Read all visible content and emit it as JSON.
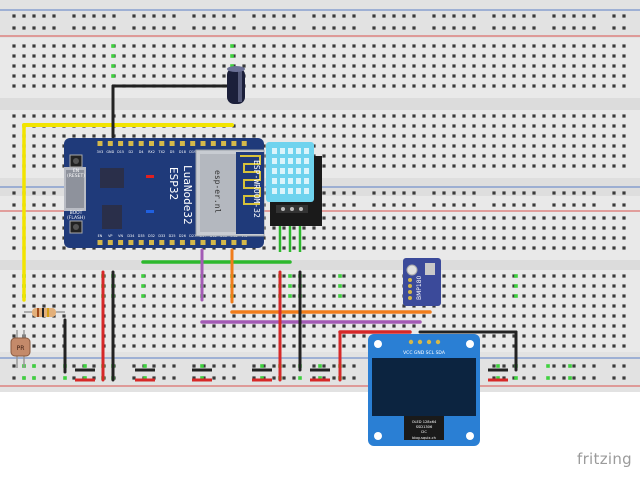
{
  "app": {
    "brand": "fritzing"
  },
  "colors": {
    "board_bg": "#e8e8e8",
    "rail_red": "#d9534f",
    "rail_blue": "#5b7fc7",
    "hole": "#3a3a3a",
    "wire_red": "#d62828",
    "wire_black": "#222222",
    "wire_yellow": "#f2e400",
    "wire_green": "#2db82d",
    "wire_orange": "#f07c1a",
    "wire_purple": "#a35bb5",
    "esp_blue": "#1f3a7a",
    "dht_cyan": "#6fd3ee",
    "oled_blue": "#2a7fd4"
  },
  "esp32": {
    "name_line1": "LuaNode32",
    "name_line2": "ESP32",
    "module": "ESP-WROOM-32",
    "vendor": "esp-er.nl",
    "btn_en": "EN\n(RESET)",
    "btn_boot": "BOOT\n(FLASH)",
    "pins_top": [
      "3V3",
      "GND",
      "D15",
      "D2",
      "D4",
      "RX2",
      "TX2",
      "D5",
      "D18",
      "D19",
      "D21",
      "RX0",
      "TX0",
      "D22",
      "D23"
    ],
    "pins_bottom": [
      "EN",
      "VP",
      "VN",
      "D34",
      "D35",
      "D32",
      "D33",
      "D25",
      "D26",
      "D27",
      "D14",
      "D12",
      "D13",
      "GND",
      "VIN"
    ]
  },
  "bmp180": {
    "label": "BMP180",
    "pins": [
      "VIN",
      "GND",
      "SCL",
      "SDA"
    ]
  },
  "oled": {
    "header_pins": "VCC GND SCL SDA",
    "label_line1": "OLED 128x64",
    "label_line2": "SSD1306",
    "label_line3": "I2C",
    "label_line4": "blog.squix.ch"
  },
  "photoresistor": {
    "label": "PR"
  }
}
